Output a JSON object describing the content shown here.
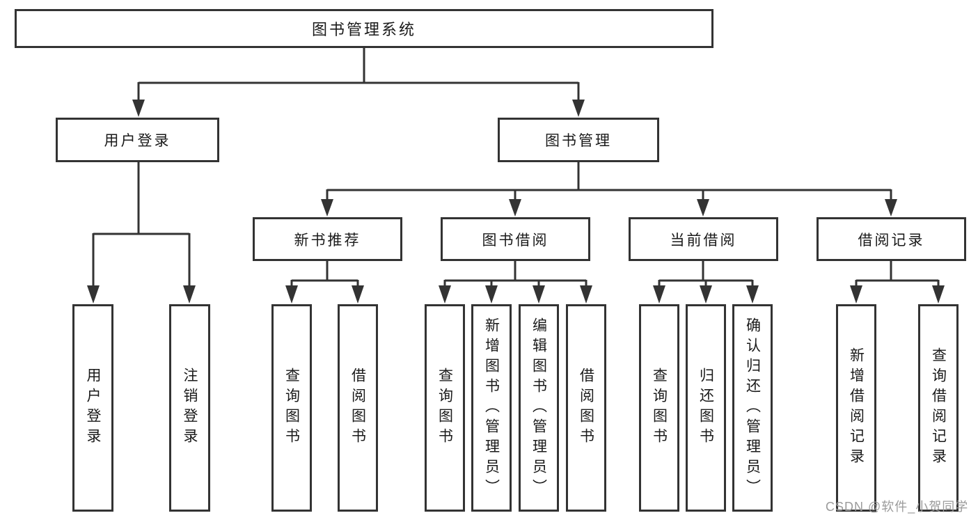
{
  "diagram": {
    "root": {
      "label": "图书管理系统"
    },
    "level2": [
      {
        "label": "用户登录"
      },
      {
        "label": "图书管理"
      }
    ],
    "level3": [
      {
        "label": "新书推荐"
      },
      {
        "label": "图书借阅"
      },
      {
        "label": "当前借阅"
      },
      {
        "label": "借阅记录"
      }
    ],
    "groups": {
      "user_login_children": [
        "用户登录",
        "注销登录"
      ],
      "new_book_children": [
        "查询图书",
        "借阅图书"
      ],
      "book_borrow_children": [
        "查询图书",
        "新增图书（管理员）",
        "编辑图书（管理员）",
        "借阅图书"
      ],
      "current_borrow_children": [
        "查询图书",
        "归还图书",
        "确认归还（管理员）"
      ],
      "borrow_record_children": [
        "新增借阅记录",
        "查询借阅记录"
      ]
    }
  },
  "watermark": {
    "text": "CSDN @软件_小贺同学"
  },
  "colors": {
    "line": "#333333",
    "text": "#1a1a1a",
    "watermark": "#9b9b9b",
    "background": "#ffffff"
  }
}
